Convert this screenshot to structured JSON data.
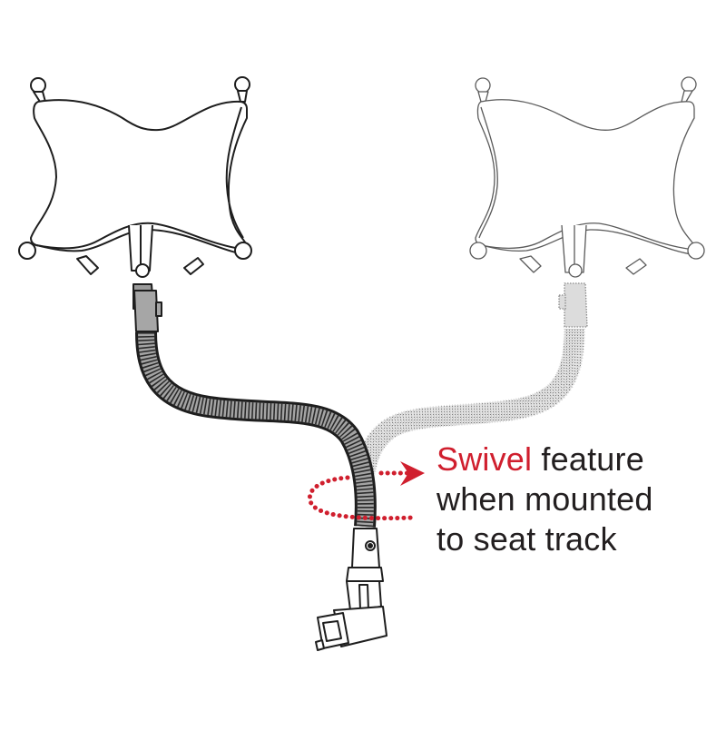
{
  "diagram": {
    "caption": {
      "highlight": "Swivel",
      "line1_rest": " feature",
      "line2": "when mounted",
      "line3": "to seat track"
    },
    "elements": [
      {
        "id": "holder-solid",
        "label": "Tablet cradle holder (solid, current position)"
      },
      {
        "id": "holder-ghost",
        "label": "Tablet cradle holder (outlined, swiveled position)"
      },
      {
        "id": "gooseneck-solid",
        "label": "Flexible gooseneck arm (dark)"
      },
      {
        "id": "gooseneck-ghost",
        "label": "Flexible gooseneck arm (dotted ghost)"
      },
      {
        "id": "swivel-arrow",
        "label": "Dotted red circular swivel arrow"
      },
      {
        "id": "seat-track-base",
        "label": "Seat track mount base"
      }
    ],
    "colors": {
      "accent_red": "#d01f2e",
      "text_dark": "#231f20",
      "line_dark": "#1e1e1e",
      "gooseneck_fill": "#9a9a9a",
      "ghost_fill": "#d9d9d9",
      "ghost_line": "#8a8a8a"
    }
  }
}
